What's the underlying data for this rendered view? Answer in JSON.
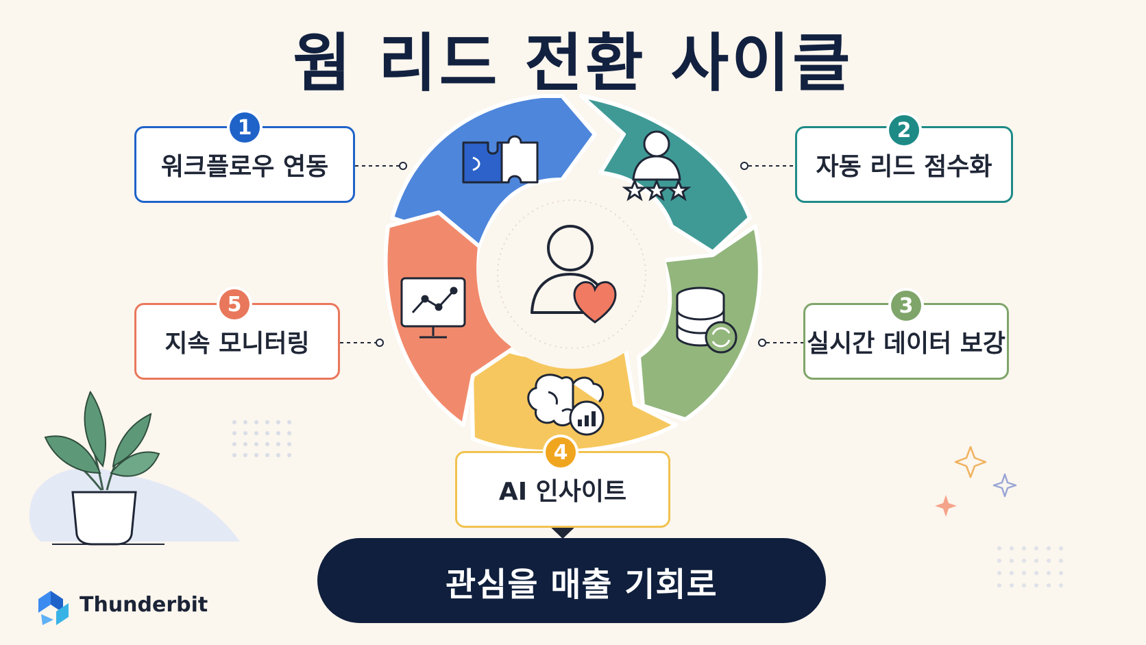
{
  "title": "웜 리드 전환 사이클",
  "steps": [
    {
      "number": "1",
      "label": "워크플로우 연동",
      "color": "#1f63c9"
    },
    {
      "number": "2",
      "label": "자동 리드 점수화",
      "color": "#1e8a86"
    },
    {
      "number": "3",
      "label": "실시간 데이터 보강",
      "color": "#7fa56a"
    },
    {
      "number": "4",
      "label": "AI 인사이트",
      "color": "#f0a51f"
    },
    {
      "number": "5",
      "label": "지속 모니터링",
      "color": "#e9775b"
    }
  ],
  "banner": {
    "label": "관심을 매출 기회로"
  },
  "brand": {
    "name": "Thunderbit"
  },
  "icons": {
    "step1": "puzzle-icon",
    "step2": "rated-user-icon",
    "step3": "database-sync-icon",
    "step4": "brain-chart-icon",
    "step5": "monitor-chart-icon",
    "center": "user-heart-icon",
    "banner": "target-icon"
  }
}
